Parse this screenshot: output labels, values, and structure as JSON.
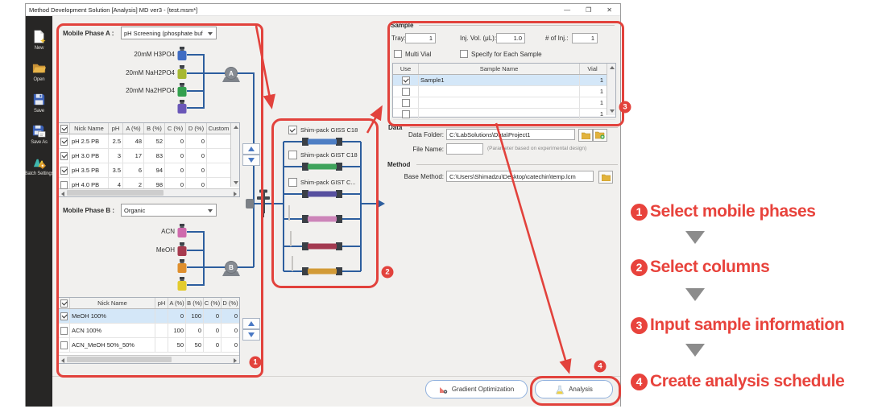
{
  "window": {
    "title": "Method Development Solution [Analysis] MD ver3 - [test.msm*]",
    "minimize": "—",
    "maximize": "❐",
    "close": "✕"
  },
  "sidebar": {
    "items": [
      {
        "label": "New"
      },
      {
        "label": "Open"
      },
      {
        "label": "Save"
      },
      {
        "label": "Save As"
      },
      {
        "label": "Batch Settings"
      }
    ]
  },
  "phase_a": {
    "label": "Mobile Phase A :",
    "value": "pH Screening (phosphate buf",
    "bottle1": "20mM H3PO4",
    "bottle2": "20mM NaH2PO4",
    "bottle3": "20mM Na2HPO4",
    "pump": "A",
    "table": {
      "h_nick": "Nick Name",
      "h_ph": "pH",
      "h_a": "A (%)",
      "h_b": "B (%)",
      "h_c": "C (%)",
      "h_d": "D (%)",
      "h_custom": "Custom",
      "rows": [
        [
          "pH 2.5 PB",
          "2.5",
          "48",
          "52",
          "0",
          "0"
        ],
        [
          "pH 3.0 PB",
          "3",
          "17",
          "83",
          "0",
          "0"
        ],
        [
          "pH 3.5 PB",
          "3.5",
          "6",
          "94",
          "0",
          "0"
        ],
        [
          "pH 4.0 PB",
          "4",
          "2",
          "98",
          "0",
          "0"
        ]
      ]
    }
  },
  "phase_b": {
    "label": "Mobile Phase B :",
    "value": "Organic",
    "bottle1": "ACN",
    "bottle2": "MeOH",
    "pump": "B",
    "table": {
      "h_nick": "Nick Name",
      "h_ph": "pH",
      "h_a": "A (%)",
      "h_b": "B (%)",
      "h_c": "C (%)",
      "h_d": "D (%)",
      "rows": [
        [
          "MeOH 100%",
          "",
          "0",
          "100",
          "0",
          "0"
        ],
        [
          "ACN 100%",
          "",
          "100",
          "0",
          "0",
          "0"
        ],
        [
          "ACN_MeOH 50%_50%",
          "",
          "50",
          "50",
          "0",
          "0"
        ]
      ]
    }
  },
  "columns_panel": {
    "col1": "Shim-pack GISS C18",
    "col2": "Shim-pack GIST C18",
    "col3": "Shim-pack GIST C...",
    "colors": [
      "#4d7ec4",
      "#3fa35c",
      "#57509f",
      "#cd85b9",
      "#a33a50",
      "#d29a36"
    ]
  },
  "flow": {
    "line_blue": "#2d5e9e",
    "bottle_colors_a": [
      "#3f6cc3",
      "#a6b832",
      "#33a04e",
      "#6a57b8"
    ],
    "bottle_colors_b": [
      "#cf6aad",
      "#a63a4e",
      "#df8f2d",
      "#e3cb2e"
    ]
  },
  "sample": {
    "title": "Sample",
    "tray_label": "Tray:",
    "tray": "1",
    "inj_label": "Inj. Vol. (μL):",
    "inj": "1.0",
    "ninj_label": "# of Inj.:",
    "ninj": "1",
    "multi": "Multi Vial",
    "specify": "Specify for Each Sample",
    "h_use": "Use",
    "h_name": "Sample Name",
    "h_vial": "Vial",
    "rows": [
      [
        "Sample1",
        "1"
      ],
      [
        "",
        "1"
      ],
      [
        "",
        "1"
      ],
      [
        "",
        "1"
      ]
    ]
  },
  "data_sec": {
    "title": "Data",
    "folder_label": "Data Folder:",
    "folder": "C:\\LabSolutions\\Data\\Project1",
    "file_label": "File Name:",
    "file": "",
    "note": "(Parameter based on experimental design)"
  },
  "method_sec": {
    "title": "Method",
    "base_label": "Base Method:",
    "base": "C:\\Users\\Shimadzu\\Desktop\\catechin\\temp.lcm"
  },
  "footer": {
    "gradient": "Gradient Optimization",
    "analysis": "Analysis"
  },
  "steps": {
    "n1": "1",
    "s1": "Select mobile phases",
    "n2": "2",
    "s2": "Select columns",
    "n3": "3",
    "s3": "Input sample information",
    "n4": "4",
    "s4": "Create analysis schedule"
  },
  "colors": {
    "annotation_red": "#e8433c",
    "panel_red": "#e2423c",
    "selection_blue": "#d4e7f8"
  }
}
